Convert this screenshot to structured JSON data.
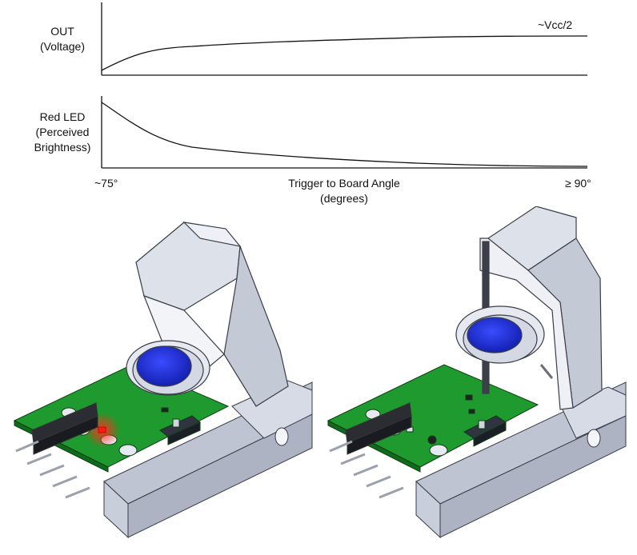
{
  "top_plot": {
    "ylabel_line1": "OUT",
    "ylabel_line2": "(Voltage)",
    "annotation": "~Vcc/2"
  },
  "bottom_plot": {
    "ylabel_line1": "Red LED",
    "ylabel_line2": "(Perceived",
    "ylabel_line3": "Brightness)"
  },
  "x_axis": {
    "left_tick": "~75°",
    "right_tick": "≥ 90°",
    "label_line1": "Trigger to Board Angle",
    "label_line2": "(degrees)"
  },
  "illustrations": {
    "left": {
      "led_state": "on",
      "led_color": "#ff2a1a"
    },
    "right": {
      "led_state": "off"
    },
    "colors": {
      "board": "#1f9a2e",
      "housing": "#d3d7e2",
      "lens": "#1f2fd8"
    }
  }
}
